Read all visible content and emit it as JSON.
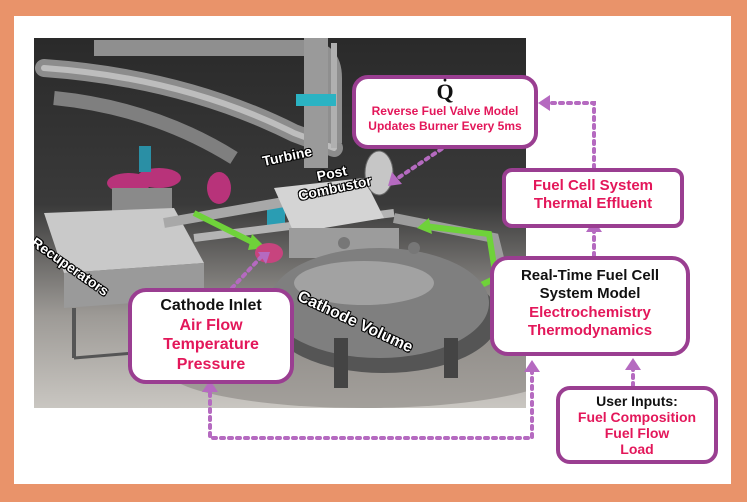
{
  "qdot": "Q",
  "burner_box": {
    "line1": "Reverse Fuel Valve Model",
    "line2": "Updates Burner Every 5ms"
  },
  "effluent_box": {
    "line1": "Fuel Cell System",
    "line2": "Thermal Effluent"
  },
  "model_box": {
    "title1": "Real-Time Fuel Cell",
    "title2": "System Model",
    "item1": "Electrochemistry",
    "item2": "Thermodynamics"
  },
  "cathode_box": {
    "title": "Cathode Inlet",
    "item1": "Air Flow",
    "item2": "Temperature",
    "item3": "Pressure"
  },
  "user_box": {
    "title": "User Inputs:",
    "item1": "Fuel Composition",
    "item2": "Fuel Flow",
    "item3": "Load"
  },
  "labels3d": {
    "turbine": "Turbine",
    "post_combustor": "Post\nCombustor",
    "recuperators": "Recuperators",
    "cathode_volume": "Cathode Volume"
  },
  "colors": {
    "border": "#9a3e91",
    "accent_text": "#e3175a",
    "frame": "#e9936a",
    "arrow": "#b56ac0",
    "flow_arrow": "#6fd23a"
  }
}
